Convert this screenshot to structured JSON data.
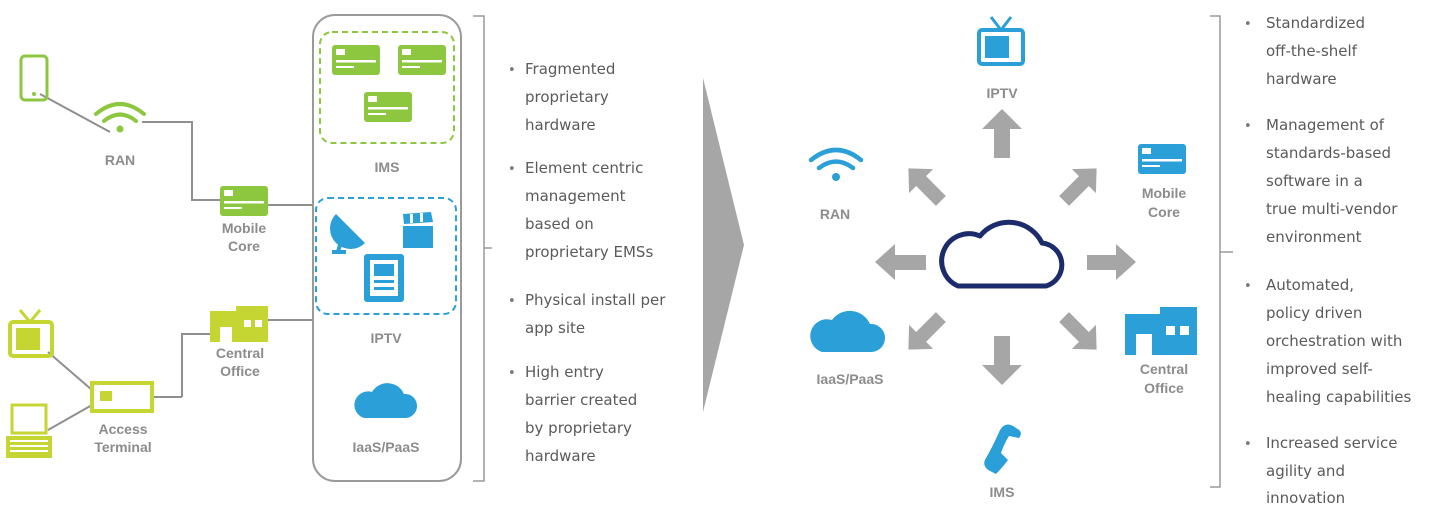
{
  "colors": {
    "legacy_green": "#8dc63f",
    "legacy_lime": "#c5d633",
    "nfv_blue": "#2a9fd8",
    "cloud_navy": "#1c2b6b",
    "connector_gray": "#8f8f8f",
    "arrow_gray": "#a6a6a6",
    "text_gray": "#8c8c8c"
  },
  "legacy": {
    "ran": "RAN",
    "mobile_core": [
      "Mobile",
      "Core"
    ],
    "central_office": [
      "Central",
      "Office"
    ],
    "access_terminal": [
      "Access",
      "Terminal"
    ],
    "ims": "IMS",
    "iptv": "IPTV",
    "iaas": "IaaS/PaaS"
  },
  "legacy_bullets": [
    [
      "Fragmented",
      "proprietary",
      "hardware"
    ],
    [
      "Element centric",
      "management",
      "based on",
      "proprietary EMSs"
    ],
    [
      "Physical install per",
      "app site"
    ],
    [
      "High entry",
      "barrier created",
      "by proprietary",
      "hardware"
    ]
  ],
  "nfv": {
    "iptv": "IPTV",
    "ran": "RAN",
    "mobile_core": [
      "Mobile",
      "Core"
    ],
    "iaas": "IaaS/PaaS",
    "central_office": [
      "Central",
      "Office"
    ],
    "ims": "IMS"
  },
  "nfv_bullets": [
    [
      "Standardized",
      "off-the-shelf",
      "hardware"
    ],
    [
      "Management of",
      "standards-based",
      "software in a",
      "true multi-vendor",
      "environment"
    ],
    [
      "Automated,",
      "policy driven",
      "orchestration with",
      "improved self-",
      "healing capabilities"
    ],
    [
      "Increased  service",
      "agility and",
      "innovation"
    ]
  ],
  "icons": [
    "smartphone-icon",
    "wifi-icon",
    "server-card-icon",
    "building-icon",
    "tv-icon",
    "laptop-icon",
    "terminal-box-icon",
    "satellite-dish-icon",
    "clapperboard-icon",
    "document-icon",
    "cloud-icon",
    "phone-icon",
    "arrow-icon"
  ]
}
